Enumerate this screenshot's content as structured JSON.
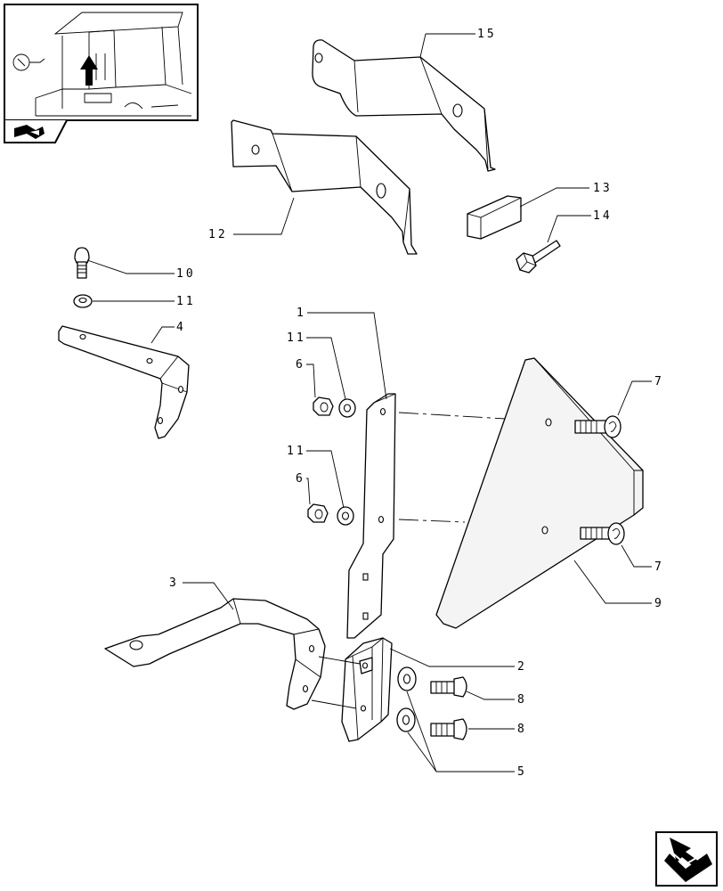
{
  "callouts": {
    "c1": "1",
    "c2": "2",
    "c3": "3",
    "c4": "4",
    "c5": "5",
    "c6a": "6",
    "c6b": "6",
    "c7a": "7",
    "c7b": "7",
    "c8a": "8",
    "c8b": "8",
    "c9": "9",
    "c10": "10",
    "c11a": "11",
    "c11b": "11",
    "c11c": "11",
    "c12": "12",
    "c13": "13",
    "c14": "14",
    "c15": "15"
  },
  "icons": {
    "thumbnail": "tractor-cab-thumbnail-icon",
    "thumbnail_nav": "book-arrow-icon",
    "page_nav": "next-page-arrow-icon"
  }
}
